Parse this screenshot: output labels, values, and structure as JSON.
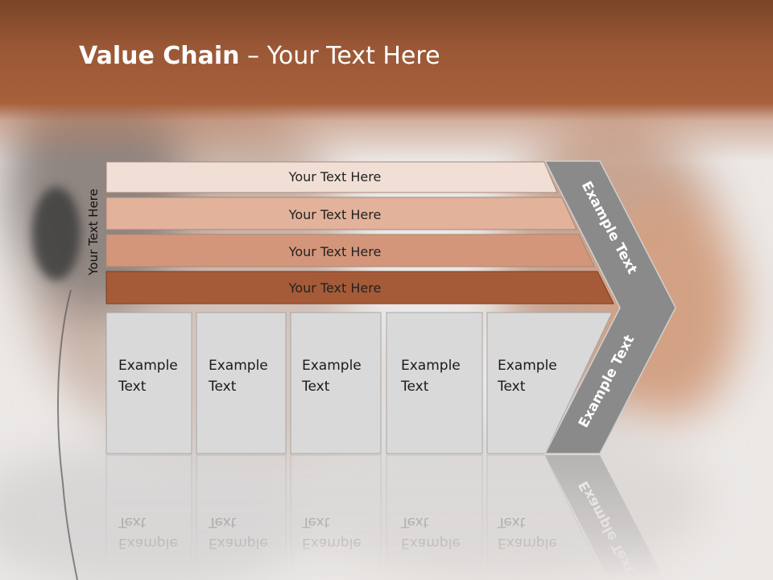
{
  "slide": {
    "title_bold": "Value Chain",
    "title_rest": " – Your Text Here",
    "side_label": "Your Text Here",
    "bars": [
      {
        "label": "Your Text Here",
        "color": "#f1dfd5"
      },
      {
        "label": "Your Text Here",
        "color": "#e2b29b"
      },
      {
        "label": "Your Text Here",
        "color": "#d4967a"
      },
      {
        "label": "Your Text Here",
        "color": "#a55b37"
      }
    ],
    "boxes": [
      {
        "line1": "Example",
        "line2": "Text"
      },
      {
        "line1": "Example",
        "line2": "Text"
      },
      {
        "line1": "Example",
        "line2": "Text"
      },
      {
        "line1": "Example",
        "line2": "Text"
      },
      {
        "line1": "Example",
        "line2": "Text"
      }
    ],
    "arrow_top_label": "Example Text",
    "arrow_bottom_label": "Example Text",
    "colors": {
      "title_band": "#9a5836",
      "box_fill": "#d9d9d9",
      "arrow_fill": "#8a8a8a"
    }
  }
}
